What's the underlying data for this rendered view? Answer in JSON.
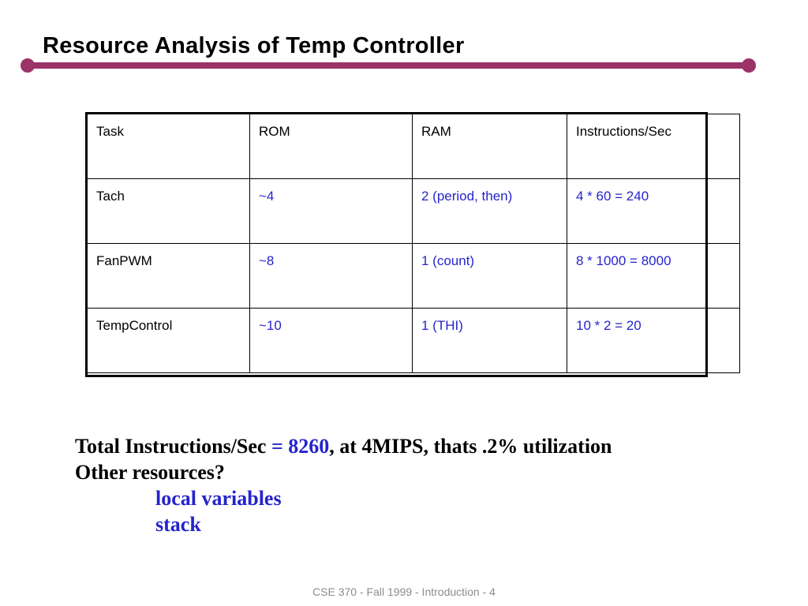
{
  "slide": {
    "title": "Resource Analysis of Temp Controller",
    "accent_color": "#9B3268",
    "value_color": "#2424CC",
    "text_color": "#000000",
    "footer": "CSE 370 - Fall 1999 - Introduction - 4"
  },
  "table": {
    "headers": [
      "Task",
      "ROM",
      "RAM",
      "Instructions/Sec"
    ],
    "rows": [
      {
        "task": "Tach",
        "rom": "~4",
        "ram": "2 (period, then)",
        "instructions_per_sec": "4 * 60 = 240"
      },
      {
        "task": "FanPWM",
        "rom": "~8",
        "ram": "1 (count)",
        "instructions_per_sec": "8 * 1000 = 8000"
      },
      {
        "task": "TempControl",
        "rom": "~10",
        "ram": "1 (THI)",
        "instructions_per_sec": "10 * 2 = 20"
      }
    ]
  },
  "summary": {
    "total_label": "Total Instructions/Sec ",
    "total_value": "= 8260",
    "total_tail": ", at 4MIPS, thats .2% utilization",
    "other_resources": "Other resources?",
    "bullets": [
      "local variables",
      "stack"
    ]
  }
}
